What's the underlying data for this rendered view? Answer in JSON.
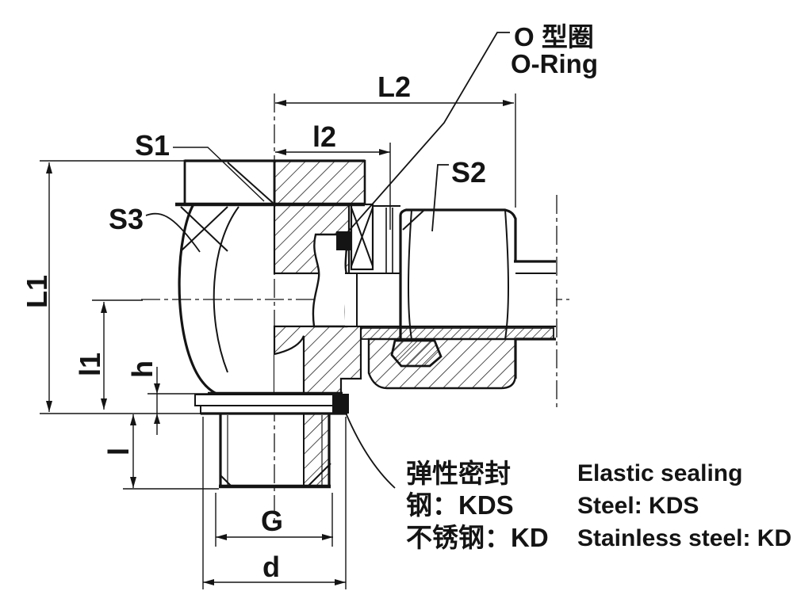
{
  "diagram": {
    "dims": {
      "L2": "L2",
      "l2": "l2",
      "L1": "L1",
      "l1": "l1",
      "h": "h",
      "l": "l",
      "G": "G",
      "d": "d"
    },
    "labels": {
      "s1": "S1",
      "s2": "S2",
      "s3": "S3"
    },
    "o_ring": {
      "zh": "O 型圈",
      "en": "O-Ring"
    },
    "seal_note_zh": [
      "弹性密封",
      "钢：KDS",
      "不锈钢：KD"
    ],
    "seal_note_en": [
      "Elastic sealing",
      "Steel: KDS",
      "Stainless steel: KD"
    ],
    "colors": {
      "line": "#141414",
      "background": "#ffffff"
    }
  }
}
